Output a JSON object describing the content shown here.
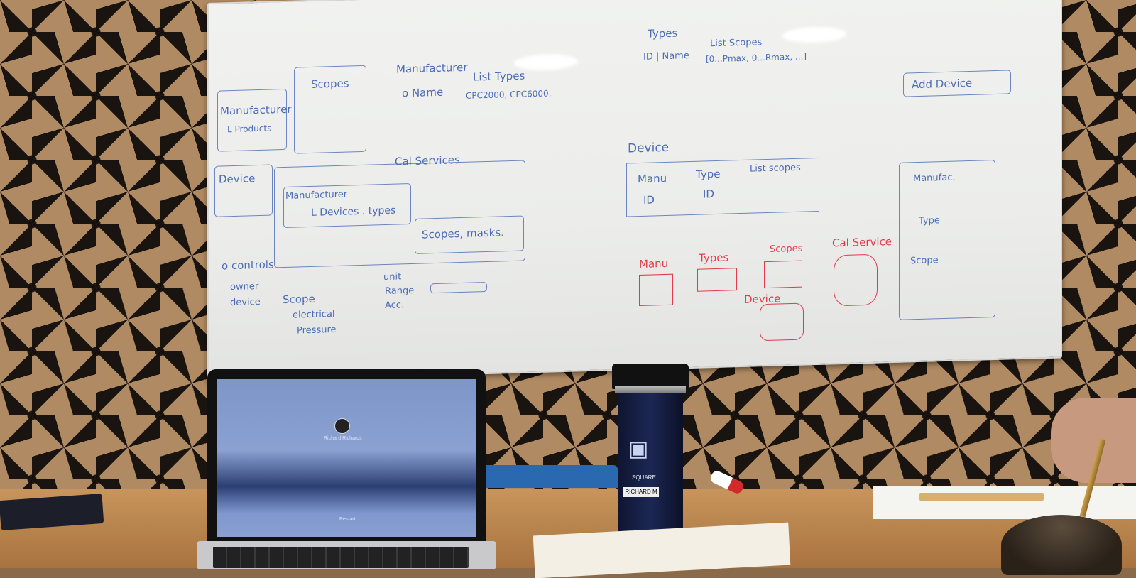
{
  "whiteboard": {
    "blue_text": [
      {
        "id": "manufacturer-box",
        "text": "Manufacturer"
      },
      {
        "id": "products",
        "text": "L Products"
      },
      {
        "id": "scopes",
        "text": "Scopes"
      },
      {
        "id": "device",
        "text": "Device"
      },
      {
        "id": "manufacturer-header",
        "text": "Manufacturer"
      },
      {
        "id": "name",
        "text": "o Name"
      },
      {
        "id": "list-types",
        "text": "List Types"
      },
      {
        "id": "cpc-list",
        "text": "CPC2000, CPC6000."
      },
      {
        "id": "cal-services",
        "text": "Cal Services"
      },
      {
        "id": "manufacturer-small",
        "text": "Manufacturer"
      },
      {
        "id": "devices-types",
        "text": "L Devices . types"
      },
      {
        "id": "scopes-masks",
        "text": "Scopes, masks."
      },
      {
        "id": "o-controls",
        "text": "o controls"
      },
      {
        "id": "owner",
        "text": "owner"
      },
      {
        "id": "device-lc",
        "text": "device"
      },
      {
        "id": "scope",
        "text": "Scope"
      },
      {
        "id": "electrical",
        "text": "electrical"
      },
      {
        "id": "pressure",
        "text": "Pressure"
      },
      {
        "id": "unit",
        "text": "unit"
      },
      {
        "id": "range",
        "text": "Range"
      },
      {
        "id": "acc",
        "text": "Acc."
      },
      {
        "id": "types-title",
        "text": "Types"
      },
      {
        "id": "id-name",
        "text": "ID | Name"
      },
      {
        "id": "list-scopes",
        "text": "List Scopes"
      },
      {
        "id": "scope-list",
        "text": "[0...Pmax, 0...Rmax, ...]"
      },
      {
        "id": "add-device",
        "text": "Add Device"
      },
      {
        "id": "device-title",
        "text": "Device"
      },
      {
        "id": "manu",
        "text": "Manu"
      },
      {
        "id": "type",
        "text": "Type"
      },
      {
        "id": "list-scopes-2",
        "text": "List scopes"
      },
      {
        "id": "id-1",
        "text": "ID"
      },
      {
        "id": "id-2",
        "text": "ID"
      },
      {
        "id": "manufac",
        "text": "Manufac."
      },
      {
        "id": "type-r",
        "text": "Type"
      },
      {
        "id": "scope-r",
        "text": "Scope"
      }
    ],
    "red_text": [
      {
        "id": "manu-red",
        "text": "Manu"
      },
      {
        "id": "types-red",
        "text": "Types"
      },
      {
        "id": "scopes-red",
        "text": "Scopes"
      },
      {
        "id": "cal-service-red",
        "text": "Cal Service"
      },
      {
        "id": "device-red",
        "text": "Device"
      }
    ]
  },
  "laptop": {
    "user_label": "Richard Richards",
    "button_label": "Restart"
  },
  "mug": {
    "brand": "SQUARE",
    "name_tag": "RICHARD M"
  }
}
